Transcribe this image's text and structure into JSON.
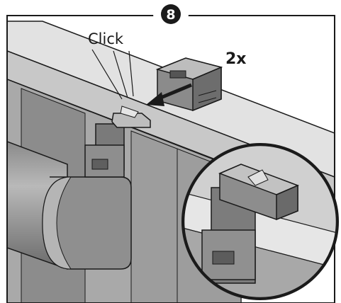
{
  "step": {
    "number": "8"
  },
  "callouts": {
    "click": "Click",
    "quantity": "2x"
  },
  "colors": {
    "frame_stroke": "#1a1a1a",
    "light_gray": "#d9d9d9",
    "mid_gray": "#a8a8a8",
    "dark_gray": "#6f6f6f",
    "darker_gray": "#555555",
    "badge": "#1a1a1a"
  }
}
